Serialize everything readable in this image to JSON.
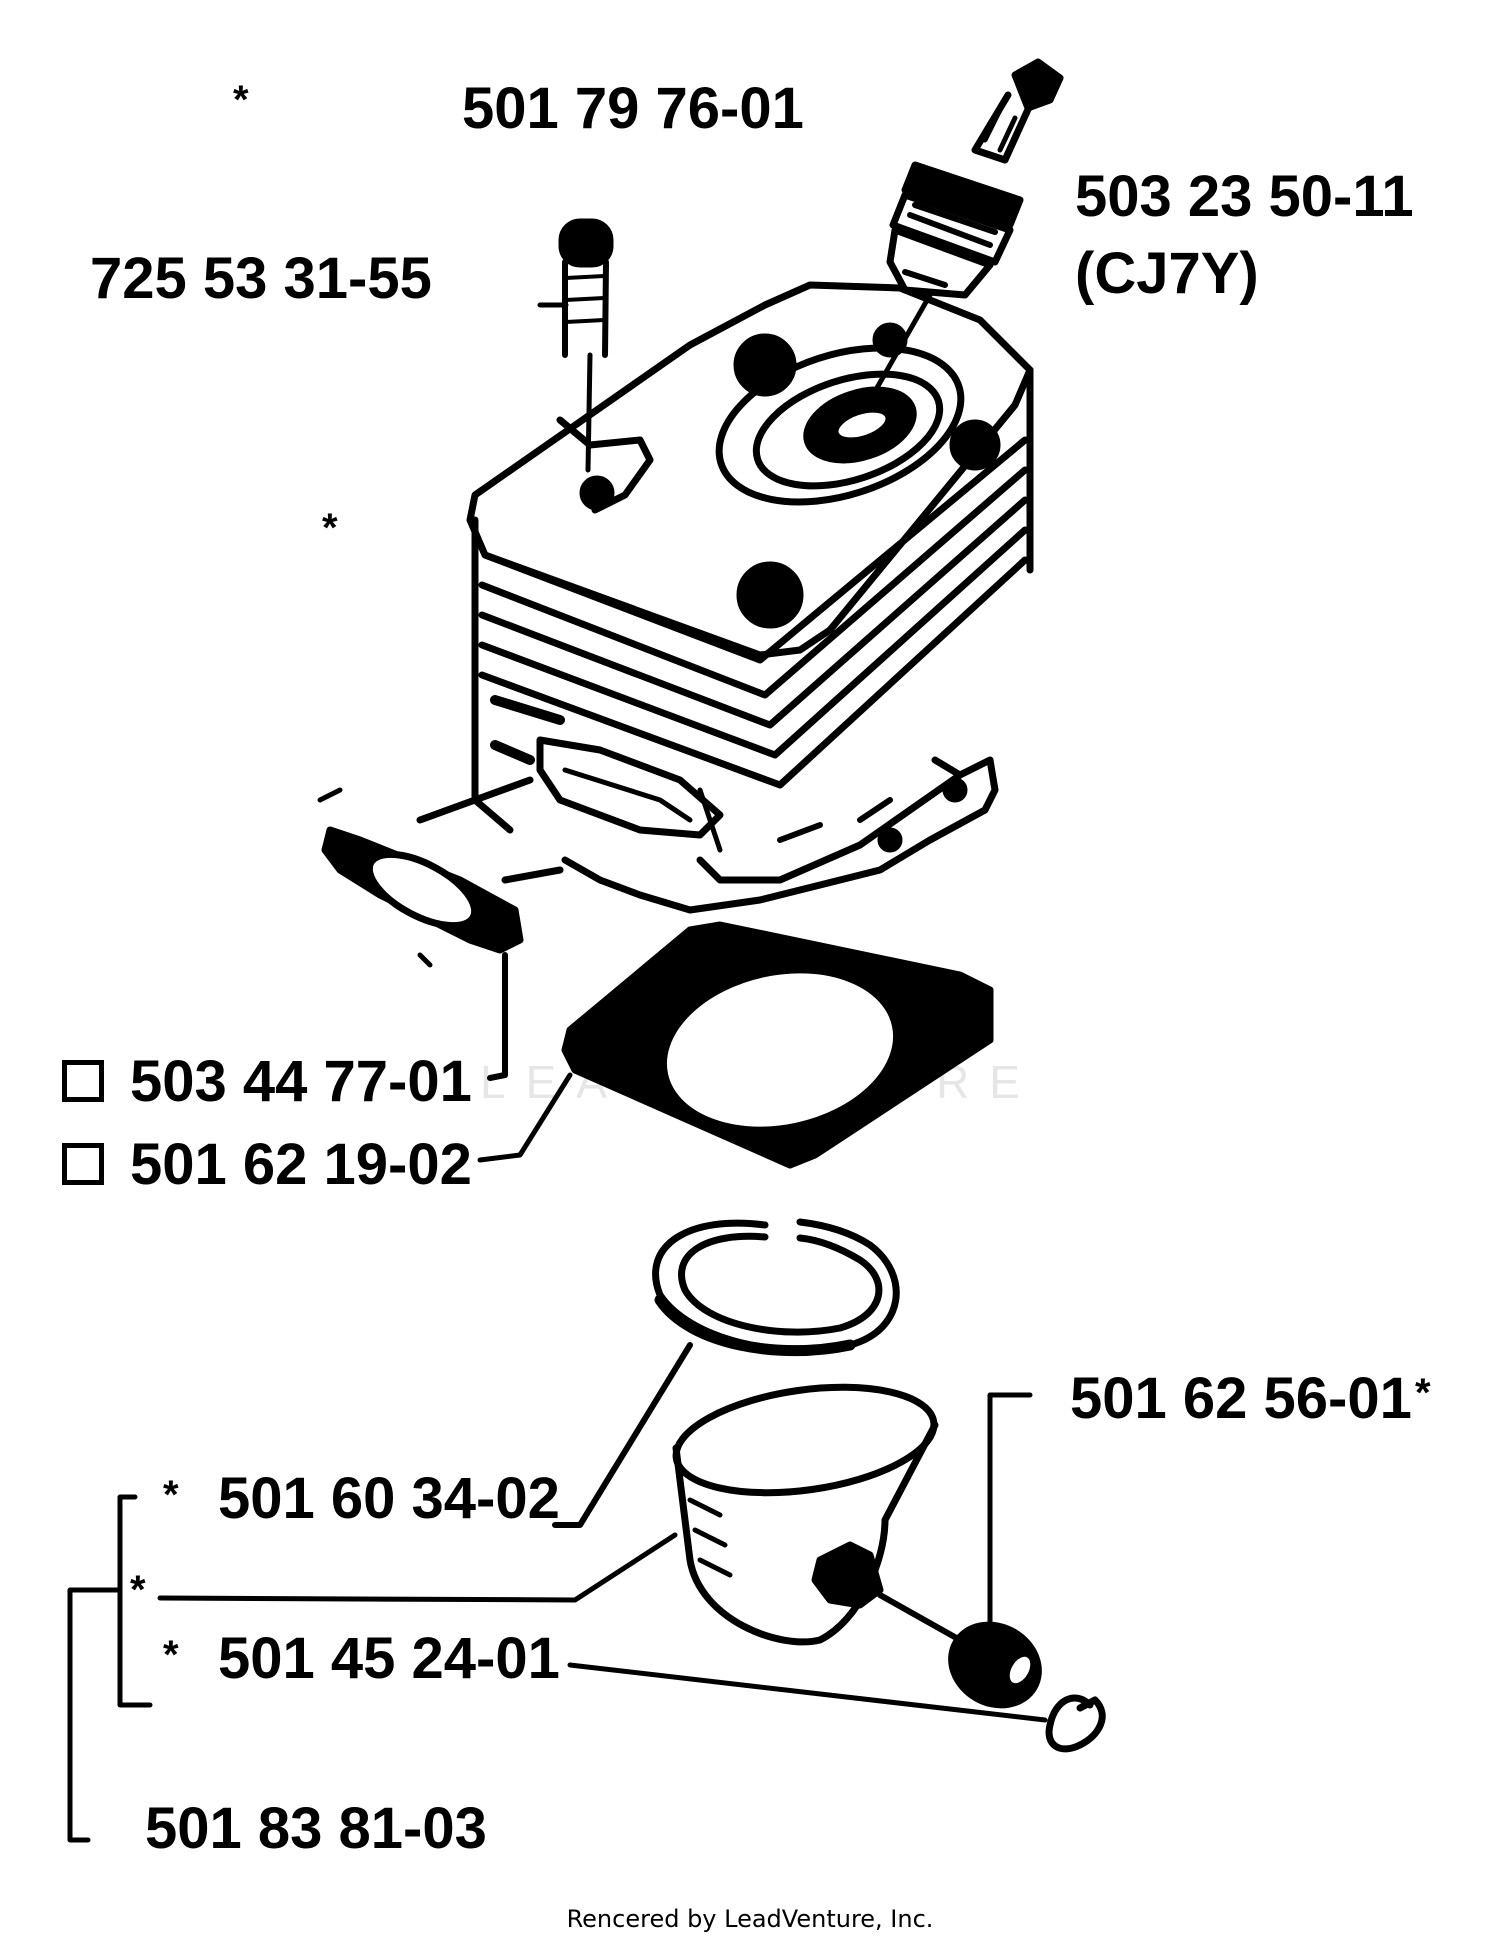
{
  "parts": {
    "cylinder_bolt": "725 53 31-55",
    "cylinder_assembly": "501 79 76-01",
    "spark_plug": "503 23 50-11",
    "spark_plug_type": "(CJ7Y)",
    "intake_gasket": "503 44 77-01",
    "cylinder_gasket": "501 62 19-02",
    "piston_ring": "501 60 34-02",
    "piston_pin": "501 62 56-01",
    "circlip": "501 45 24-01",
    "piston_kit": "501 83 81-03"
  },
  "markers": {
    "star": "*"
  },
  "watermark": "LEADVENTURE",
  "footer": "Rencered by LeadVenture, Inc."
}
